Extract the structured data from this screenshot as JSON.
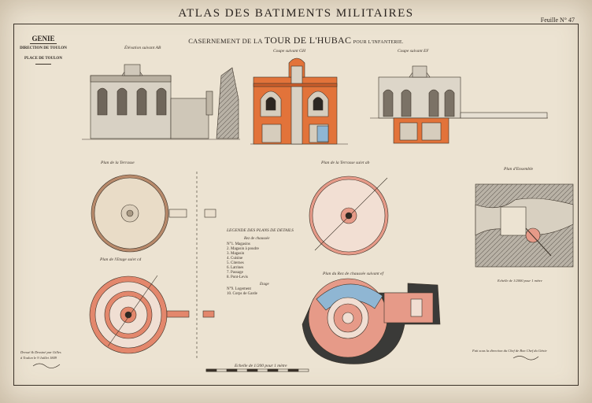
{
  "header": {
    "atlas_title": "ATLAS DES BATIMENTS MILITAIRES",
    "sheet_number": "Feuille N° 47"
  },
  "cartouche": {
    "corps": "GENIE",
    "direction": "DIRECTION DE TOULON",
    "place": "PLACE DE TOULON"
  },
  "title": {
    "prefix": "CASERNEMENT DE LA",
    "name": "TOUR DE L'HUBAC",
    "suffix": "POUR L'INFANTERIE."
  },
  "captions": {
    "elevation": "Élévation suivant AB",
    "coupe_gh": "Coupe suivant GH",
    "coupe_ef": "Coupe suivant EF",
    "plan_terrasse": "Plan de la Terrasse",
    "plan_terrasse_ab": "Plan de la Terrasse suivt ab",
    "plan_ensemble": "Plan d'Ensemble",
    "plan_etage": "Plan de l'Etage suivt cd",
    "plan_rez": "Plan du Rez de chaussée suivant ef"
  },
  "legend": {
    "title": "LEGENDE DES PLANS DE DETAILS",
    "section1": "Rez de chaussée",
    "items1": [
      "N°1. Magasins",
      "2. Magasin à poudre",
      "3. Magasin",
      "4. Cuisine",
      "5. Citernes",
      "6. Latrines",
      "7. Passage",
      "8. Pont-Levis"
    ],
    "section2": "Etage",
    "items2": [
      "N°9. Logement",
      "10. Corps de Garde"
    ]
  },
  "scales": {
    "main": "Echelle de 1/200 pour 1 mètre",
    "ensemble": "Echelle de 1/2000 pour 1 mètre"
  },
  "signatures": {
    "left_line1": "Dressé & Dessiné par Gilles",
    "left_line2": "à Toulon le 9 Juillet 1849",
    "right": "Fait sous la direction du Chef de Bon Chef du Génie"
  },
  "colors": {
    "paper": "#ece3d2",
    "ink": "#2b2520",
    "section_red": "#e2733a",
    "plan_pink": "#e9b4a4",
    "water_blue": "#8fb6d3"
  }
}
